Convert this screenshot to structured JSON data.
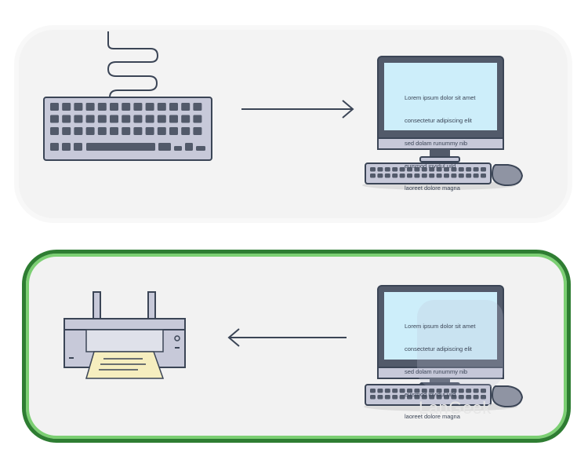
{
  "top_panel": {
    "screen_lines": [
      "Lorem ipsum dolor sit amet",
      "consectetur adipiscing elit",
      "sed dolam runummy nib",
      "euismod invidul uild",
      "laoreet dolore magna"
    ]
  },
  "bottom_panel": {
    "screen_lines": [
      "Lorem ipsum dolor sit amet",
      "consectetur adipiscing elit",
      "sed dolam runummy nib",
      "euismod invidul uild",
      "laoreet dolore magna"
    ],
    "highlight_color": "#2e7d32"
  },
  "watermark": "LanGeek",
  "colors": {
    "screen": "#cdeefa",
    "device_body": "#c7c9d9",
    "outline": "#3b4556",
    "key": "#525a6a",
    "paper": "#f6eebf"
  },
  "icons": [
    "keyboard-icon",
    "computer-icon",
    "printer-icon",
    "arrow-right-icon",
    "arrow-left-icon"
  ]
}
